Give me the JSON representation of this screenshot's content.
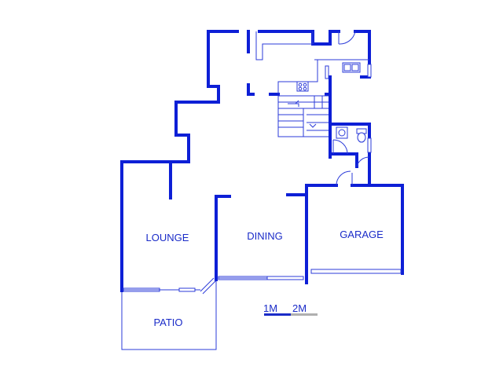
{
  "rooms": {
    "lounge": "LOUNGE",
    "dining": "DINING",
    "garage": "GARAGE",
    "patio": "PATIO"
  },
  "scale": {
    "label_1": "1M",
    "label_2": "2M"
  },
  "colors": {
    "wall": "#0d1fd6",
    "line": "#2b3bd9",
    "text": "#1a2bc8",
    "scale_grey": "#b0b0b0"
  }
}
